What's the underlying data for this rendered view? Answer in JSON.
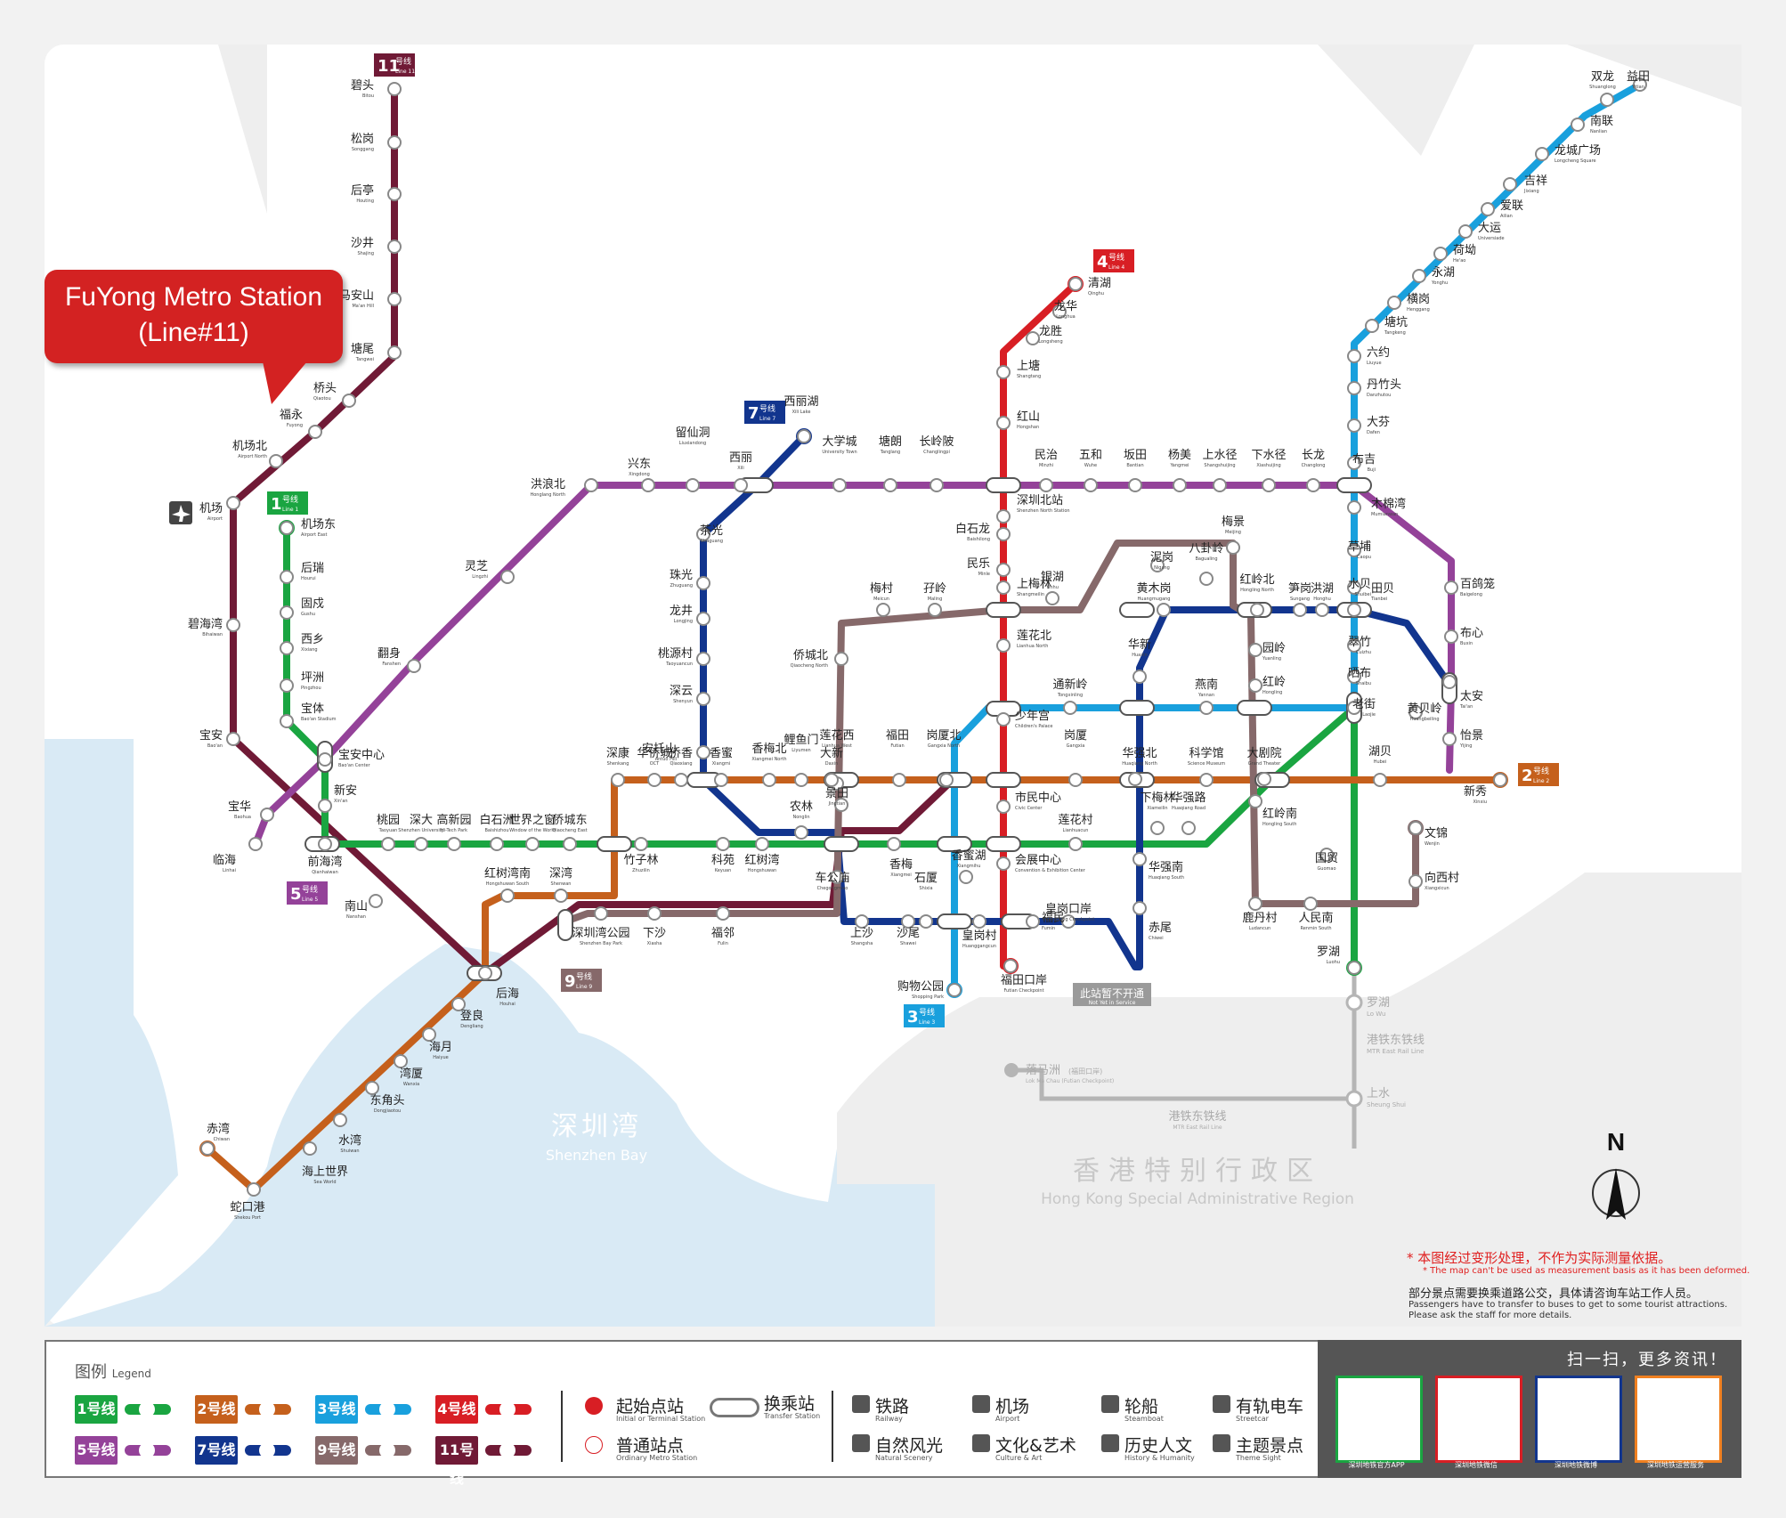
{
  "callout": {
    "line1": "FuYong Metro Station",
    "line2": "(Line#11)"
  },
  "colors": {
    "line1": "#1aa541",
    "line2": "#c5601c",
    "line3": "#19a0dd",
    "line4": "#d81e24",
    "line5": "#944299",
    "line7": "#12358e",
    "line9": "#86696a",
    "line11": "#701a36",
    "water": "#d9eaf5",
    "land": "#ffffff"
  },
  "regions": {
    "bay_cn": "深圳湾",
    "bay_en": "Shenzhen Bay",
    "hk_cn": "香港特别行政区",
    "hk_en": "Hong Kong Special Administrative Region",
    "north": "N"
  },
  "badges": [
    {
      "num": "11",
      "cn": "号线",
      "en": "Line 11",
      "line": "line11"
    },
    {
      "num": "1",
      "cn": "号线",
      "en": "Line 1",
      "line": "line1"
    },
    {
      "num": "4",
      "cn": "号线",
      "en": "Line 4",
      "line": "line4"
    },
    {
      "num": "7",
      "cn": "号线",
      "en": "Line 7",
      "line": "line7"
    },
    {
      "num": "3",
      "cn": "号线",
      "en": "Line 3",
      "line": "line3"
    },
    {
      "num": "2",
      "cn": "号线",
      "en": "Line 2",
      "line": "line2"
    },
    {
      "num": "5",
      "cn": "号线",
      "en": "Line 5",
      "line": "line5"
    },
    {
      "num": "9",
      "cn": "号线",
      "en": "Line 9",
      "line": "line9"
    }
  ],
  "stations": [
    {
      "cn": "碧头",
      "en": "Bitou"
    },
    {
      "cn": "松岗",
      "en": "Songgang"
    },
    {
      "cn": "后亭",
      "en": "Houting"
    },
    {
      "cn": "沙井",
      "en": "Shajing"
    },
    {
      "cn": "马安山",
      "en": "Ma'an Hill"
    },
    {
      "cn": "塘尾",
      "en": "Tangwei"
    },
    {
      "cn": "桥头",
      "en": "Qiaotou"
    },
    {
      "cn": "福永",
      "en": "Fuyong"
    },
    {
      "cn": "机场北",
      "en": "Airport North"
    },
    {
      "cn": "机场",
      "en": "Airport"
    },
    {
      "cn": "碧海湾",
      "en": "Bihaiwan"
    },
    {
      "cn": "宝安",
      "en": "Bao'an"
    },
    {
      "cn": "机场东",
      "en": "Airport East"
    },
    {
      "cn": "后瑞",
      "en": "Hourui"
    },
    {
      "cn": "固戍",
      "en": "Gushu"
    },
    {
      "cn": "西乡",
      "en": "Xixiang"
    },
    {
      "cn": "坪洲",
      "en": "Pingzhou"
    },
    {
      "cn": "宝体",
      "en": "Bao'an Stadium"
    },
    {
      "cn": "宝安中心",
      "en": "Bao'an Center"
    },
    {
      "cn": "新安",
      "en": "Xin'an"
    },
    {
      "cn": "宝华",
      "en": "Baohua"
    },
    {
      "cn": "临海",
      "en": "Linhai"
    },
    {
      "cn": "前海湾",
      "en": "Qianhaiwan"
    },
    {
      "cn": "南山",
      "en": "Nanshan"
    },
    {
      "cn": "后海",
      "en": "Houhai"
    },
    {
      "cn": "登良",
      "en": "Dengliang"
    },
    {
      "cn": "海月",
      "en": "Haiyue"
    },
    {
      "cn": "湾厦",
      "en": "Wanxia"
    },
    {
      "cn": "东角头",
      "en": "Dongjiaotou"
    },
    {
      "cn": "水湾",
      "en": "Shuiwan"
    },
    {
      "cn": "海上世界",
      "en": "Sea World"
    },
    {
      "cn": "蛇口港",
      "en": "Shekou Port"
    },
    {
      "cn": "赤湾",
      "en": "Chiwan"
    },
    {
      "cn": "翻身",
      "en": "Fanshen"
    },
    {
      "cn": "灵芝",
      "en": "Lingzhi"
    },
    {
      "cn": "洪浪北",
      "en": "Honglang North"
    },
    {
      "cn": "兴东",
      "en": "Xingdong"
    },
    {
      "cn": "留仙洞",
      "en": "Liuxiandong"
    },
    {
      "cn": "西丽",
      "en": "Xili"
    },
    {
      "cn": "西丽湖",
      "en": "Xili Lake"
    },
    {
      "cn": "大学城",
      "en": "University Town"
    },
    {
      "cn": "塘朗",
      "en": "Tanglang"
    },
    {
      "cn": "长岭陂",
      "en": "Changlingpi"
    },
    {
      "cn": "深圳北站",
      "en": "Shenzhen North Station"
    },
    {
      "cn": "民治",
      "en": "Minzhi"
    },
    {
      "cn": "五和",
      "en": "Wuhe"
    },
    {
      "cn": "坂田",
      "en": "Bantian"
    },
    {
      "cn": "杨美",
      "en": "Yangmei"
    },
    {
      "cn": "上水径",
      "en": "Shangshuijing"
    },
    {
      "cn": "下水径",
      "en": "Xiashuijing"
    },
    {
      "cn": "长龙",
      "en": "Changlong"
    },
    {
      "cn": "布吉",
      "en": "Buji"
    },
    {
      "cn": "百鸽笼",
      "en": "Baigelong"
    },
    {
      "cn": "布心",
      "en": "Buxin"
    },
    {
      "cn": "太安",
      "en": "Tai'an"
    },
    {
      "cn": "怡景",
      "en": "Yijing"
    },
    {
      "cn": "黄贝岭",
      "en": "Huangbeiling"
    },
    {
      "cn": "清湖",
      "en": "Qinghu"
    },
    {
      "cn": "龙华",
      "en": "Longhua"
    },
    {
      "cn": "龙胜",
      "en": "Longsheng"
    },
    {
      "cn": "上塘",
      "en": "Shangtang"
    },
    {
      "cn": "红山",
      "en": "Hongshan"
    },
    {
      "cn": "白石龙",
      "en": "Baishilong"
    },
    {
      "cn": "民乐",
      "en": "Minle"
    },
    {
      "cn": "上梅林",
      "en": "Shangmeilin"
    },
    {
      "cn": "莲花北",
      "en": "Lianhua North"
    },
    {
      "cn": "少年宫",
      "en": "Children's Palace"
    },
    {
      "cn": "市民中心",
      "en": "Civic Center"
    },
    {
      "cn": "会展中心",
      "en": "Convention & Exhibition Center"
    },
    {
      "cn": "福民",
      "en": "Fumin"
    },
    {
      "cn": "福田口岸",
      "en": "Futian Checkpoint"
    },
    {
      "cn": "茶光",
      "en": "Chaguang"
    },
    {
      "cn": "珠光",
      "en": "Zhuguang"
    },
    {
      "cn": "龙井",
      "en": "Longjing"
    },
    {
      "cn": "桃源村",
      "en": "Taoyuancun"
    },
    {
      "cn": "深云",
      "en": "Shenyun"
    },
    {
      "cn": "安托山",
      "en": "Antuo Hill"
    },
    {
      "cn": "农林",
      "en": "Nonglin"
    },
    {
      "cn": "车公庙",
      "en": "Chegongmiao"
    },
    {
      "cn": "上沙",
      "en": "Shangsha"
    },
    {
      "cn": "沙尾",
      "en": "Shawei"
    },
    {
      "cn": "石厦",
      "en": "Shixia"
    },
    {
      "cn": "皇岗村",
      "en": "Huanggangcun"
    },
    {
      "cn": "皇岗口岸",
      "en": "Huanggang Checkpoint"
    },
    {
      "cn": "赤尾",
      "en": "Chiwei"
    },
    {
      "cn": "华强南",
      "en": "Huaqiang South"
    },
    {
      "cn": "华强北",
      "en": "Huaqiang North"
    },
    {
      "cn": "华新",
      "en": "Huaxin"
    },
    {
      "cn": "黄木岗",
      "en": "Huangmugang"
    },
    {
      "cn": "八卦岭",
      "en": "Bagualing"
    },
    {
      "cn": "红岭北",
      "en": "Hongling North"
    },
    {
      "cn": "笋岗",
      "en": "Sungang"
    },
    {
      "cn": "洪湖",
      "en": "Honghu"
    },
    {
      "cn": "田贝",
      "en": "Tianbei"
    },
    {
      "cn": "园岭",
      "en": "Yuanling"
    },
    {
      "cn": "红岭",
      "en": "Hongling"
    },
    {
      "cn": "大剧院",
      "en": "Grand Theater"
    },
    {
      "cn": "红岭南",
      "en": "Hongling South"
    },
    {
      "cn": "鹿丹村",
      "en": "Ludancun"
    },
    {
      "cn": "人民南",
      "en": "Renmin South"
    },
    {
      "cn": "文锦",
      "en": "Wenjin"
    },
    {
      "cn": "向西村",
      "en": "Xiangxicun"
    },
    {
      "cn": "罗湖",
      "en": "Luohu"
    },
    {
      "cn": "国贸",
      "en": "Guomao"
    },
    {
      "cn": "老街",
      "en": "Laojie"
    },
    {
      "cn": "湖贝",
      "en": "Hubei"
    },
    {
      "cn": "新秀",
      "en": "Xinxiu"
    },
    {
      "cn": "晒布",
      "en": "Shaibu"
    },
    {
      "cn": "翠竹",
      "en": "Cuizhu"
    },
    {
      "cn": "水贝",
      "en": "Shuibei"
    },
    {
      "cn": "草埔",
      "en": "Caopu"
    },
    {
      "cn": "木棉湾",
      "en": "Mumianwan"
    },
    {
      "cn": "大芬",
      "en": "Dafen"
    },
    {
      "cn": "丹竹头",
      "en": "Danzhutou"
    },
    {
      "cn": "六约",
      "en": "Liuyue"
    },
    {
      "cn": "塘坑",
      "en": "Tangkeng"
    },
    {
      "cn": "横岗",
      "en": "Henggang"
    },
    {
      "cn": "永湖",
      "en": "Yonghu"
    },
    {
      "cn": "荷坳",
      "en": "He'ao"
    },
    {
      "cn": "大运",
      "en": "Universiade"
    },
    {
      "cn": "爱联",
      "en": "Ailian"
    },
    {
      "cn": "吉祥",
      "en": "Jixiang"
    },
    {
      "cn": "龙城广场",
      "en": "Longcheng Square"
    },
    {
      "cn": "南联",
      "en": "Nanlian"
    },
    {
      "cn": "双龙",
      "en": "Shuanglong"
    },
    {
      "cn": "益田",
      "en": "Yitian"
    },
    {
      "cn": "购物公园",
      "en": "Shopping Park"
    },
    {
      "cn": "香蜜湖",
      "en": "Xiangmihu"
    },
    {
      "cn": "香梅",
      "en": "Xiangmei"
    },
    {
      "cn": "景田",
      "en": "Jingtian"
    },
    {
      "cn": "莲花西",
      "en": "Lianhua West"
    },
    {
      "cn": "福田",
      "en": "Futian"
    },
    {
      "cn": "岗厦北",
      "en": "Gangxia North"
    },
    {
      "cn": "岗厦",
      "en": "Gangxia"
    },
    {
      "cn": "莲花村",
      "en": "Lianhuacun"
    },
    {
      "cn": "通新岭",
      "en": "Tongxinling"
    },
    {
      "cn": "燕南",
      "en": "Yannan"
    },
    {
      "cn": "科学馆",
      "en": "Science Museum"
    },
    {
      "cn": "华强路",
      "en": "Huaqiang Road"
    },
    {
      "cn": "下梅林",
      "en": "Xiameilin"
    },
    {
      "cn": "梅村",
      "en": "Meicun"
    },
    {
      "cn": "孖岭",
      "en": "Maling"
    },
    {
      "cn": "银湖",
      "en": "Yinhu"
    },
    {
      "cn": "泥岗",
      "en": "Nigang"
    },
    {
      "cn": "梅景",
      "en": "Meijing"
    },
    {
      "cn": "侨城北",
      "en": "Qiaocheng North"
    },
    {
      "cn": "深康",
      "en": "Shenkang"
    },
    {
      "cn": "华侨城",
      "en": "OCT"
    },
    {
      "cn": "侨香",
      "en": "Qiaoxiang"
    },
    {
      "cn": "香蜜",
      "en": "Xiangmi"
    },
    {
      "cn": "香梅北",
      "en": "Xiangmei North"
    },
    {
      "cn": "鲤鱼门",
      "en": "Liyumen"
    },
    {
      "cn": "大新",
      "en": "Daxin"
    },
    {
      "cn": "桃园",
      "en": "Taoyuan"
    },
    {
      "cn": "深大",
      "en": "Shenzhen University"
    },
    {
      "cn": "高新园",
      "en": "Hi-Tech Park"
    },
    {
      "cn": "白石洲",
      "en": "Baishizhou"
    },
    {
      "cn": "世界之窗",
      "en": "Window of the World"
    },
    {
      "cn": "侨城东",
      "en": "Qiaocheng East"
    },
    {
      "cn": "竹子林",
      "en": "Zhuzilin"
    },
    {
      "cn": "科苑",
      "en": "Keyuan"
    },
    {
      "cn": "红树湾",
      "en": "Hongshuwan"
    },
    {
      "cn": "红树湾南",
      "en": "Hongshuwan South"
    },
    {
      "cn": "深湾",
      "en": "Shenwan"
    },
    {
      "cn": "深圳湾公园",
      "en": "Shenzhen Bay Park"
    },
    {
      "cn": "下沙",
      "en": "Xiasha"
    },
    {
      "cn": "福邻",
      "en": "Fulin"
    }
  ],
  "hk": {
    "notopen_cn": "此站暂不开通",
    "notopen_en": "Not Yet in Service",
    "luohu_cn": "罗湖",
    "luohu_en": "Lo Wu",
    "lmc_cn": "落马洲",
    "lmc_sub": "(福田口岸)",
    "lmc_en": "Lok Ma Chau (Futian Checkpoint)",
    "eastrail_cn": "港铁东铁线",
    "eastrail_en": "MTR East Rail Line",
    "shuishui_cn": "上水",
    "shuishui_en": "Sheung Shui"
  },
  "notes": {
    "red_cn": "* 本图经过变形处理，不作为实际测量依据。",
    "red_en": "*  The map can't be used as measurement basis as it has been deformed.",
    "dark_cn": "部分景点需要换乘道路公交，具体请咨询车站工作人员。",
    "dark_en1": "Passengers have to transfer to buses to get to some tourist attractions.",
    "dark_en2": "Please ask the staff for more details."
  },
  "legend": {
    "title_cn": "图例",
    "title_en": "Legend",
    "lines": [
      {
        "num": "1",
        "en": "Line 1",
        "line": "line1"
      },
      {
        "num": "2",
        "en": "Line 2",
        "line": "line2"
      },
      {
        "num": "3",
        "en": "Line 3",
        "line": "line3"
      },
      {
        "num": "4",
        "en": "Line 4",
        "line": "line4"
      },
      {
        "num": "5",
        "en": "Line 5",
        "line": "line5"
      },
      {
        "num": "7",
        "en": "Line 7",
        "line": "line7"
      },
      {
        "num": "9",
        "en": "Line 9",
        "line": "line9"
      },
      {
        "num": "11",
        "en": "Line 11",
        "line": "line11"
      }
    ],
    "cn_suffix": "号线",
    "terminal_cn": "起始点站",
    "terminal_en": "Initial or Terminal Station",
    "ordinary_cn": "普通站点",
    "ordinary_en": "Ordinary Metro Station",
    "transfer_cn": "换乘站",
    "transfer_en": "Transfer Station",
    "railway_cn": "铁路",
    "railway_en": "Railway",
    "airport_cn": "机场",
    "airport_en": "Airport",
    "steamboat_cn": "轮船",
    "steamboat_en": "Steamboat",
    "streetcar_cn": "有轨电车",
    "streetcar_en": "Streetcar",
    "scenery_cn": "自然风光",
    "scenery_en": "Natural Scenery",
    "culture_cn": "文化&艺术",
    "culture_en": "Culture & Art",
    "history_cn": "历史人文",
    "history_en": "History & Humanity",
    "theme_cn": "主题景点",
    "theme_en": "Theme Sight",
    "qr_title": "扫一扫，更多资讯！",
    "qr_caps": [
      "深圳地铁官方APP",
      "深圳地铁微信",
      "深圳地铁微博",
      "深圳地铁运营服务"
    ]
  }
}
